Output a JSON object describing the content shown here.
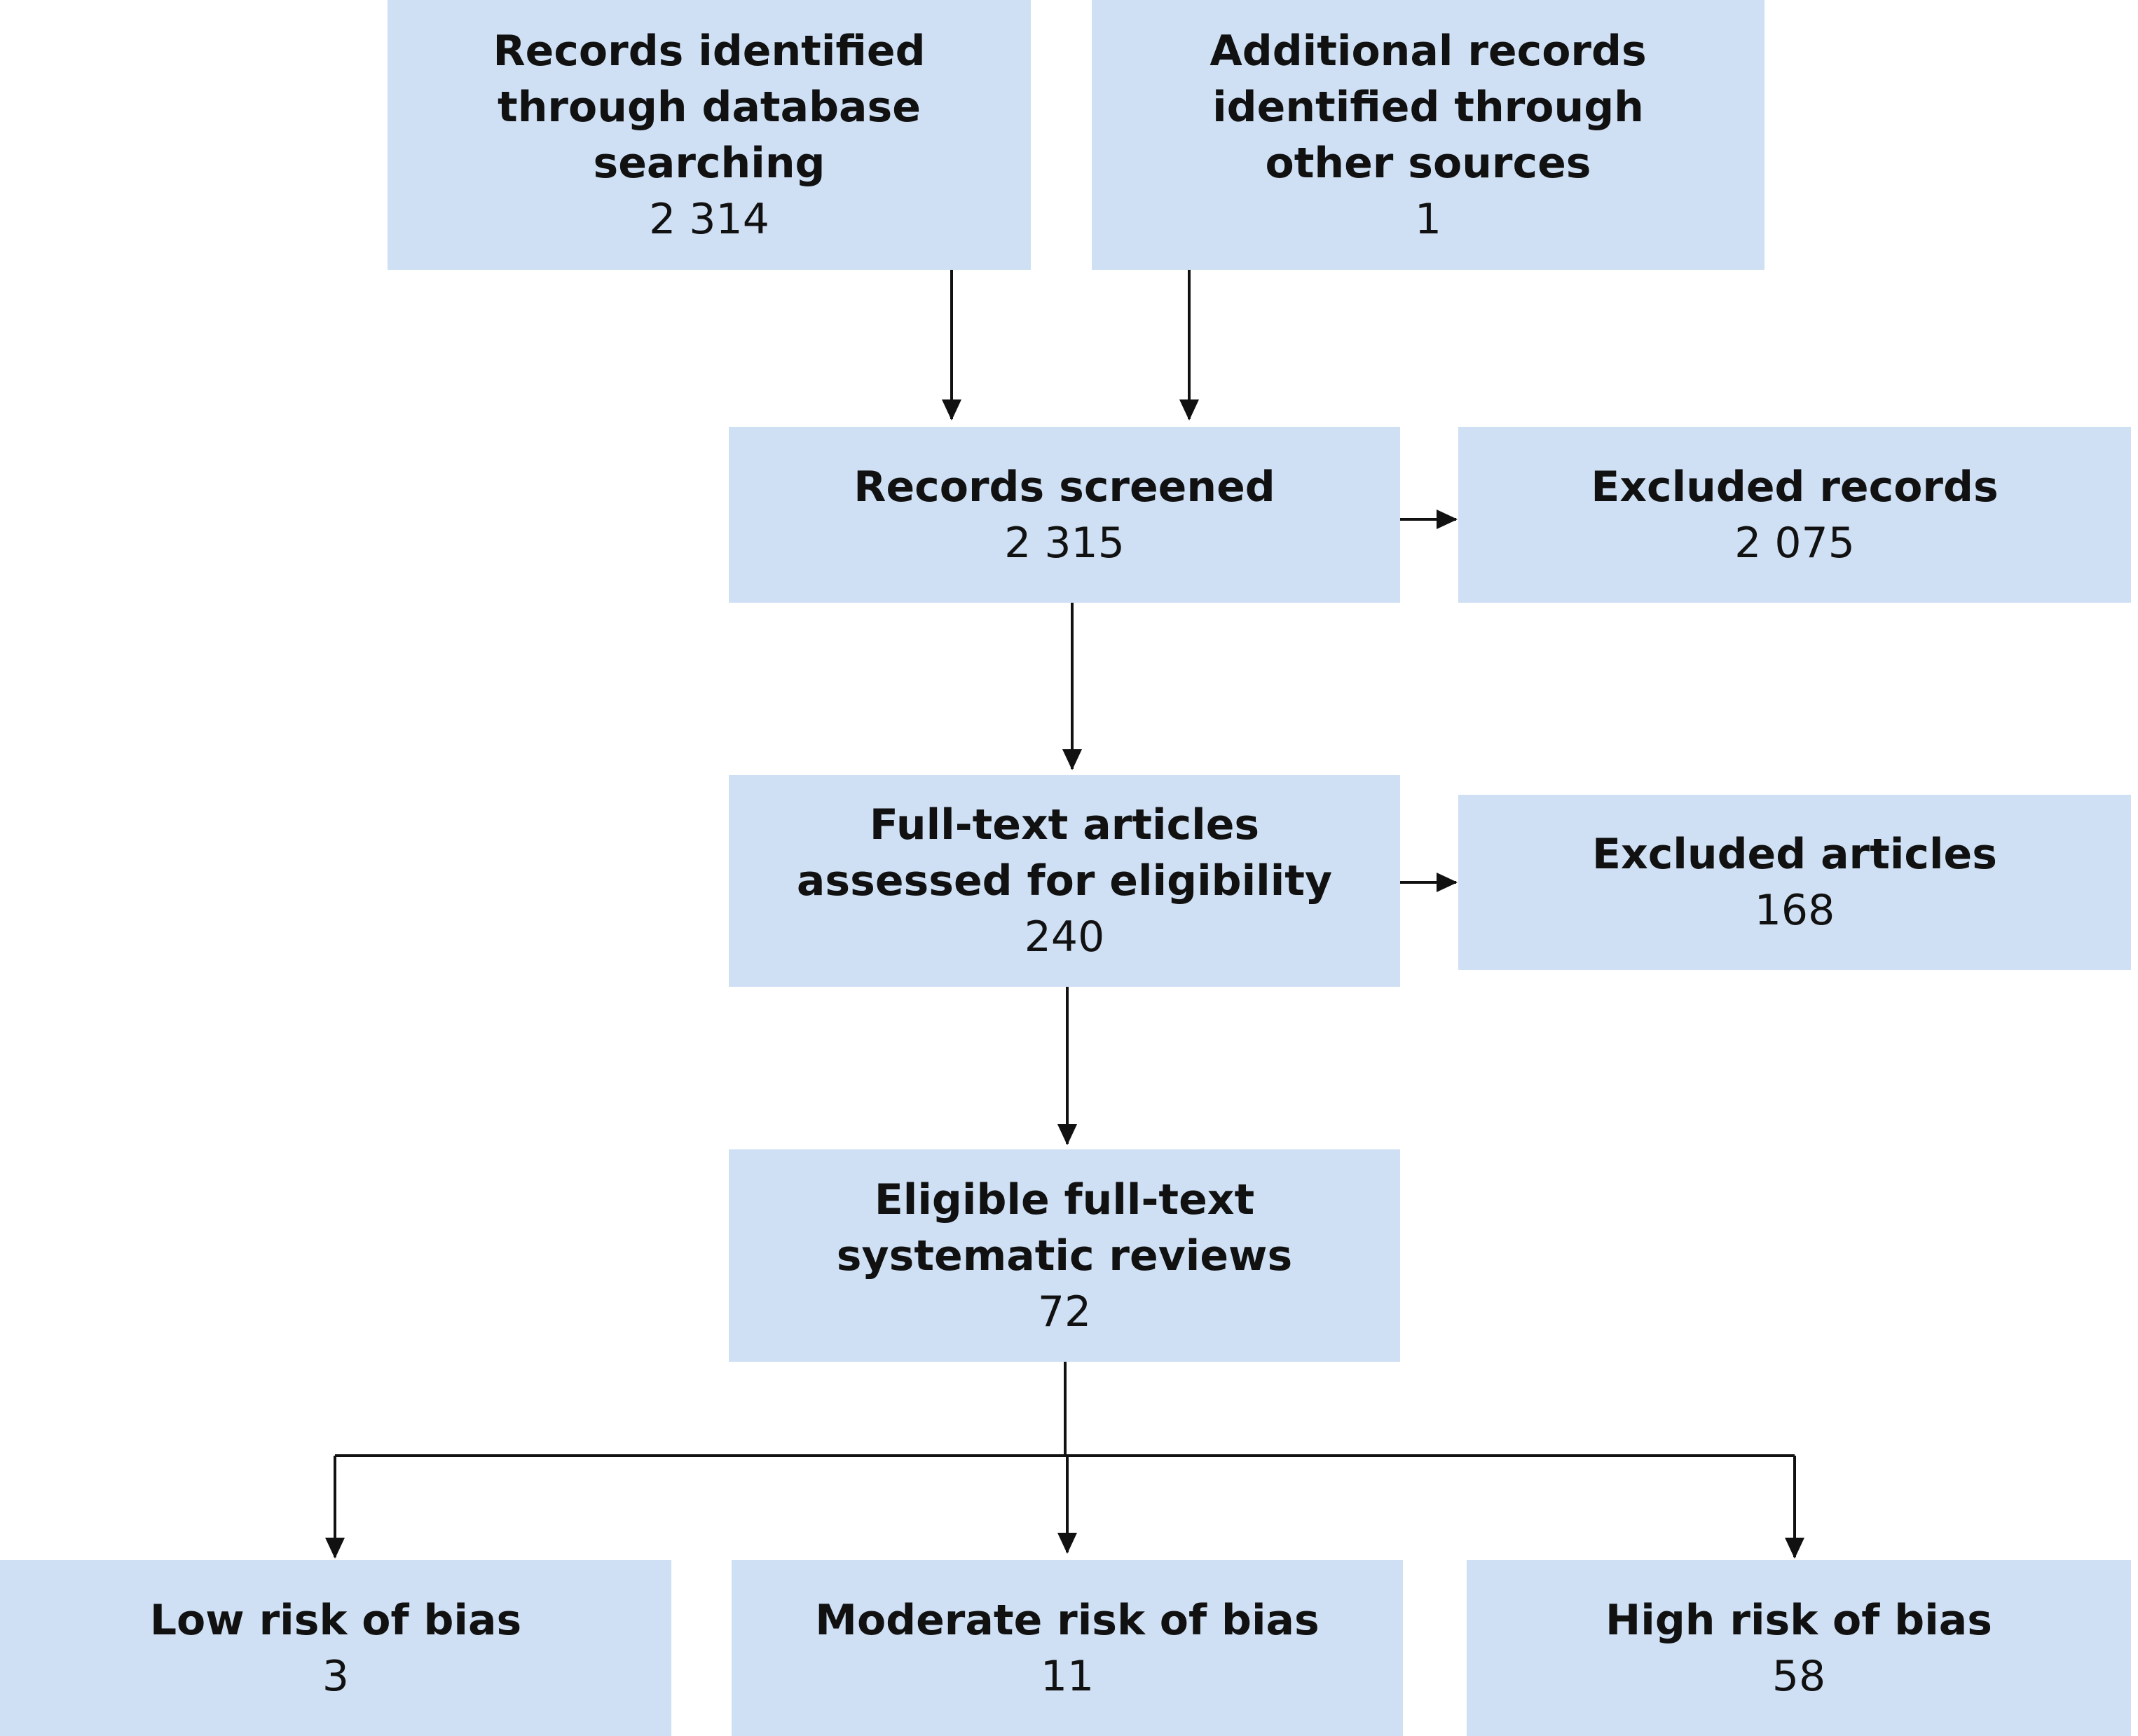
{
  "boxes": {
    "database": {
      "label": "Records identified\nthrough database\nsearching",
      "count": "2 314"
    },
    "other_sources": {
      "label": "Additional records\nidentified through\nother sources",
      "count": "1"
    },
    "screened": {
      "label": "Records screened",
      "count": "2 315"
    },
    "excluded_records": {
      "label": "Excluded records",
      "count": "2 075"
    },
    "full_text": {
      "label": "Full-text articles\nassessed for eligibility",
      "count": "240"
    },
    "excluded_articles": {
      "label": "Excluded articles",
      "count": "168"
    },
    "eligible": {
      "label": "Eligible full-text\nsystematic reviews",
      "count": "72"
    },
    "low_risk": {
      "label": "Low risk of bias",
      "count": "3"
    },
    "moderate_risk": {
      "label": "Moderate risk of bias",
      "count": "11"
    },
    "high_risk": {
      "label": "High risk of bias",
      "count": "58"
    }
  },
  "colors": {
    "box_fill": "#cfe0f4",
    "line": "#111111"
  }
}
